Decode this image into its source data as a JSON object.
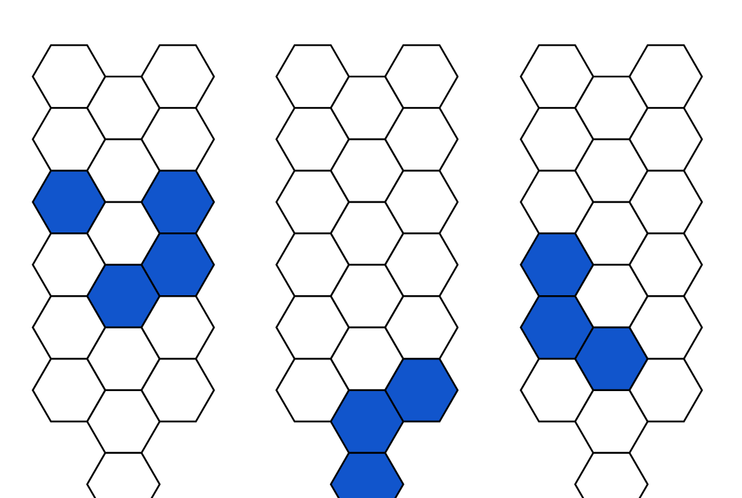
{
  "colors": {
    "background": "#ffffff",
    "empty_cell": "#ffffff",
    "filled_cell": "#1155cc",
    "outline": "#000000"
  },
  "panels": [
    {
      "columns": [
        6,
        7,
        6
      ],
      "filled": [
        [
          0,
          2
        ],
        [
          1,
          3
        ],
        [
          2,
          2
        ],
        [
          2,
          3
        ]
      ]
    },
    {
      "columns": [
        6,
        7,
        6
      ],
      "filled": [
        [
          1,
          5
        ],
        [
          1,
          6
        ],
        [
          2,
          5
        ]
      ]
    },
    {
      "columns": [
        6,
        7,
        6
      ],
      "filled": [
        [
          0,
          3
        ],
        [
          0,
          4
        ],
        [
          1,
          4
        ]
      ]
    }
  ]
}
